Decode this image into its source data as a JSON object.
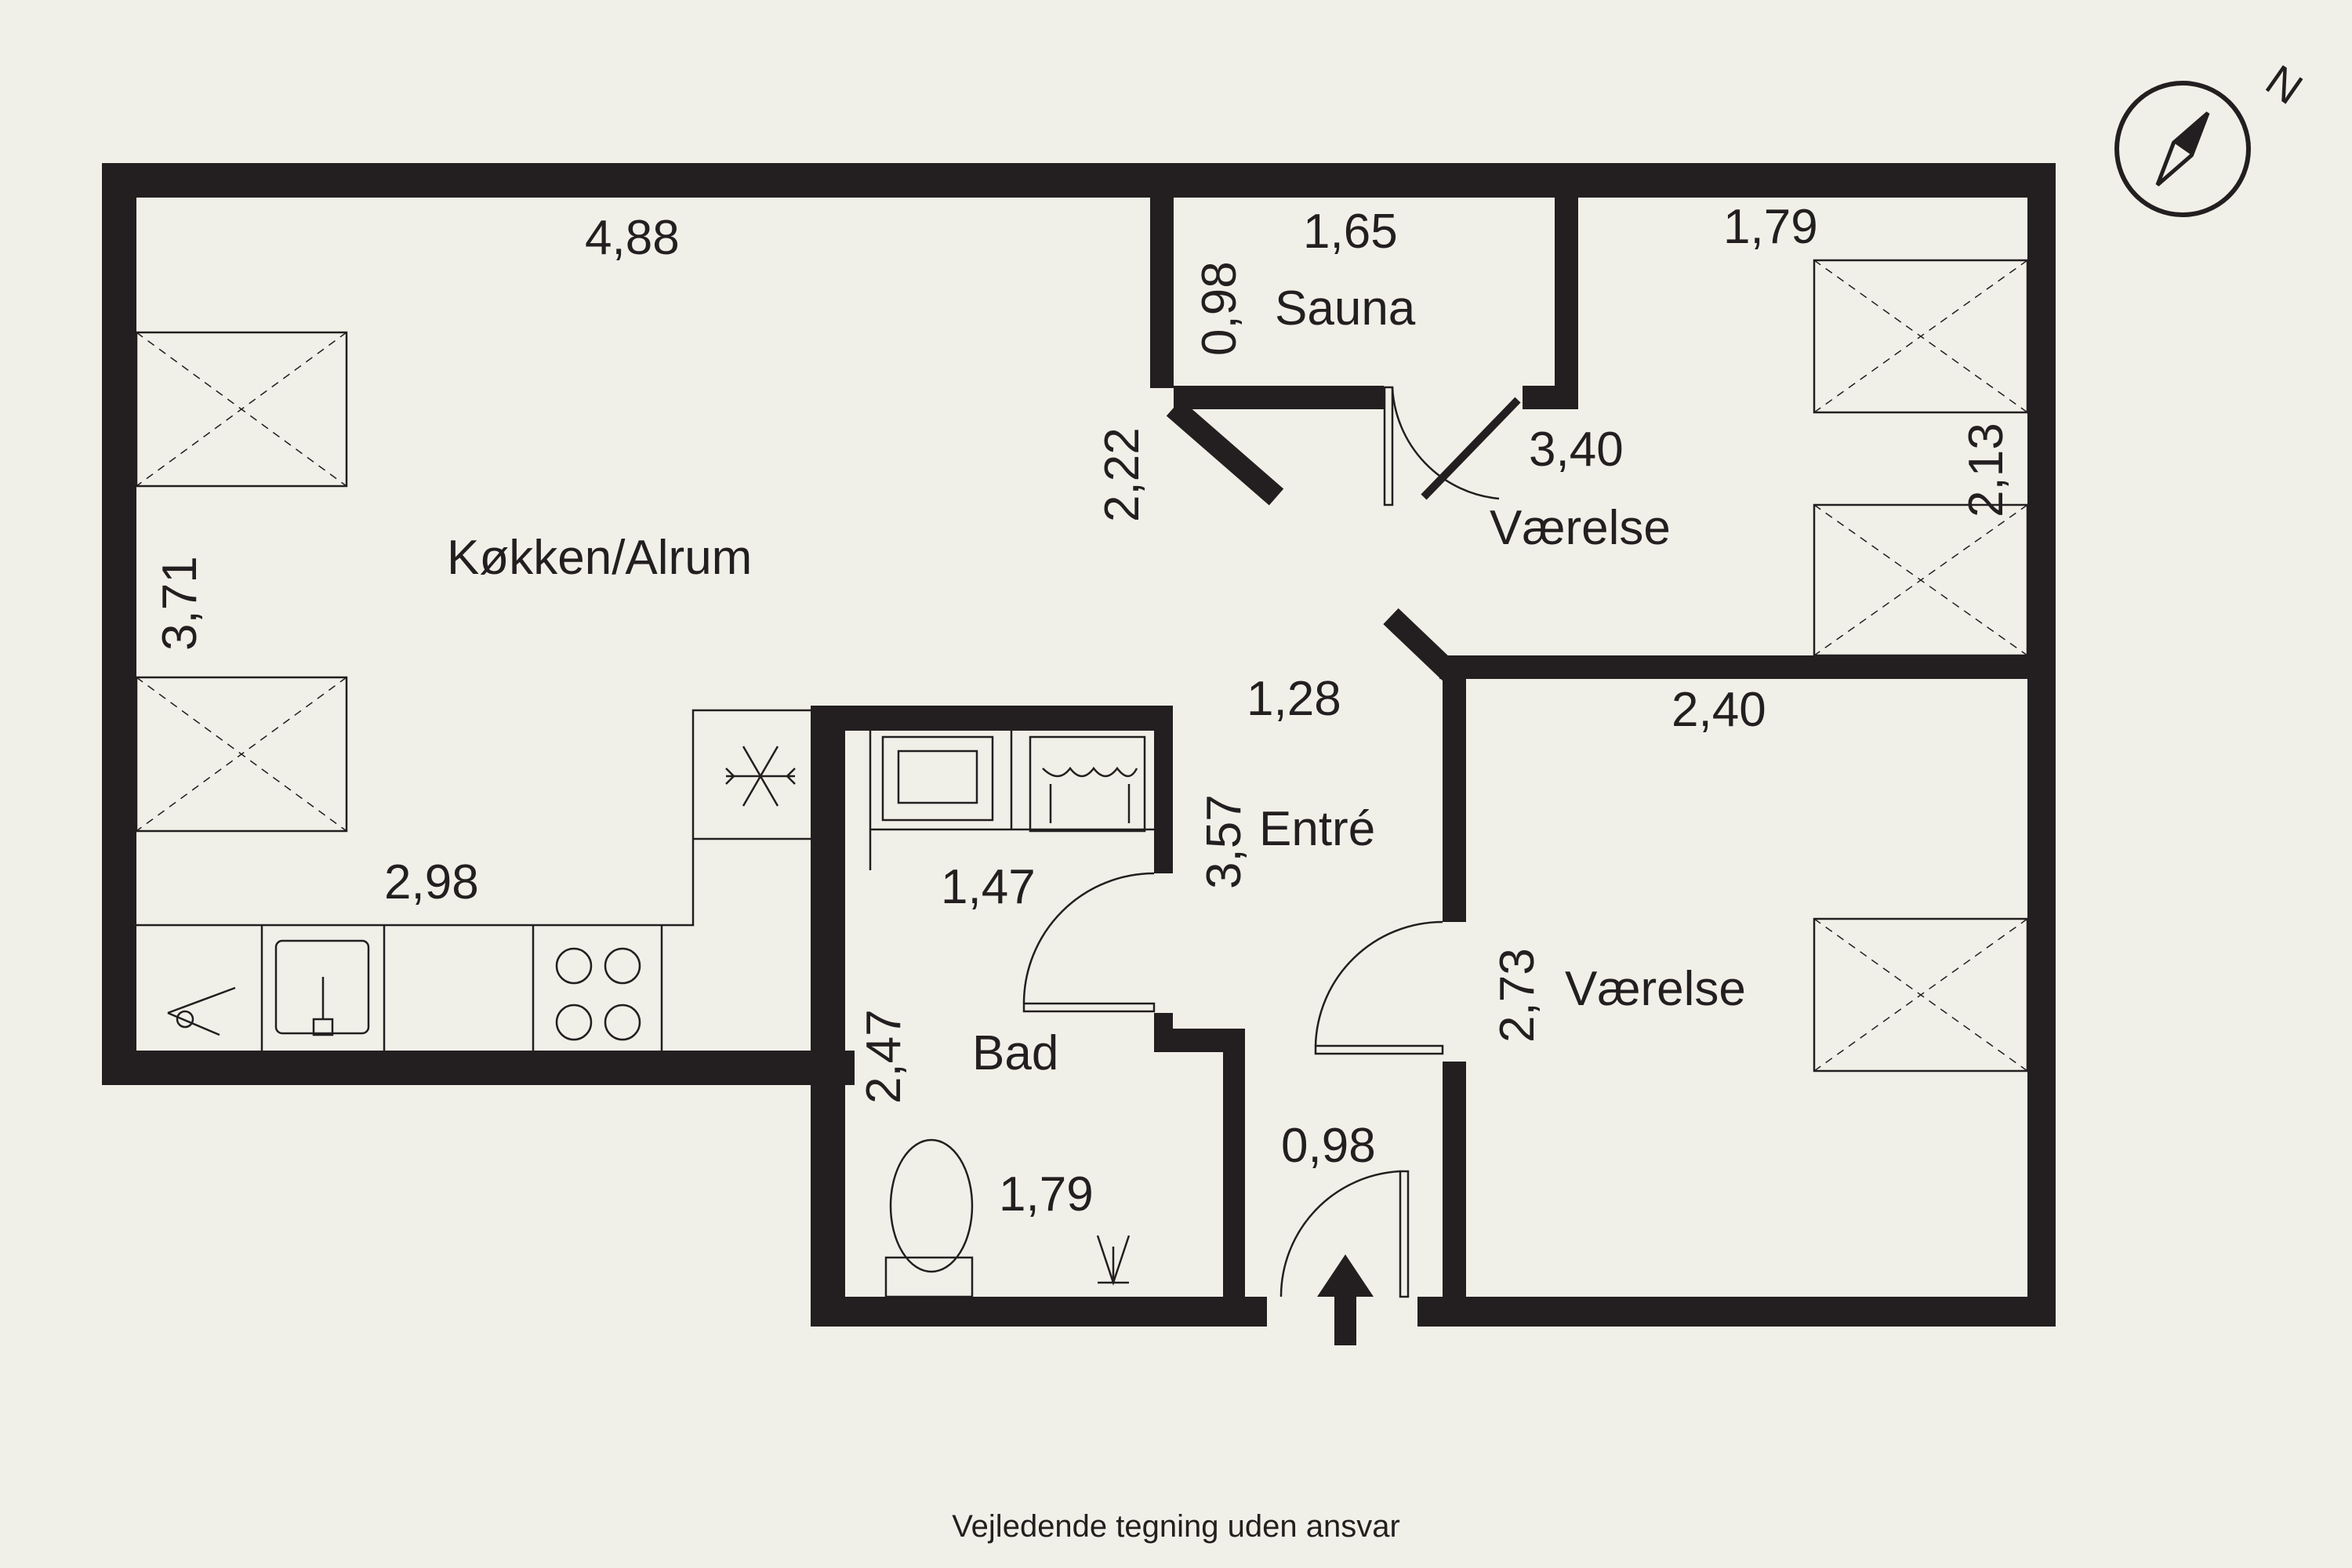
{
  "rooms": {
    "kitchen": "Køkken/Alrum",
    "sauna": "Sauna",
    "bedroom_top": "Værelse",
    "bedroom_bottom": "Værelse",
    "entry": "Entré",
    "bath": "Bad"
  },
  "dimensions": {
    "kitchen_width": "4,88",
    "kitchen_height": "3,71",
    "kitchen_counter": "2,98",
    "kitchen_diag": "2,22",
    "sauna_width": "1,65",
    "sauna_height": "0,98",
    "bedroom_top_width": "1,79",
    "bedroom_top_length": "3,40",
    "bedroom_top_height": "2,13",
    "entry_width": "1,28",
    "entry_height": "3,57",
    "utility_width": "1,47",
    "bedroom_bottom_width": "2,40",
    "bedroom_bottom_height": "2,73",
    "bath_height": "2,47",
    "bath_width": "1,79",
    "entrance_width": "0,98"
  },
  "compass": {
    "north_label": "N",
    "rotation_deg": 35
  },
  "footer": "Vejledende tegning uden ansvar",
  "colors": {
    "background": "#f1f0e8",
    "wall": "#231f20"
  },
  "icons": [
    "compass-icon",
    "entrance-arrow-icon",
    "snowflake-icon",
    "sink-icon",
    "stove-icon",
    "toilet-icon",
    "washing-machine-icon",
    "shower-drain-icon",
    "window-icon",
    "door-icon"
  ]
}
